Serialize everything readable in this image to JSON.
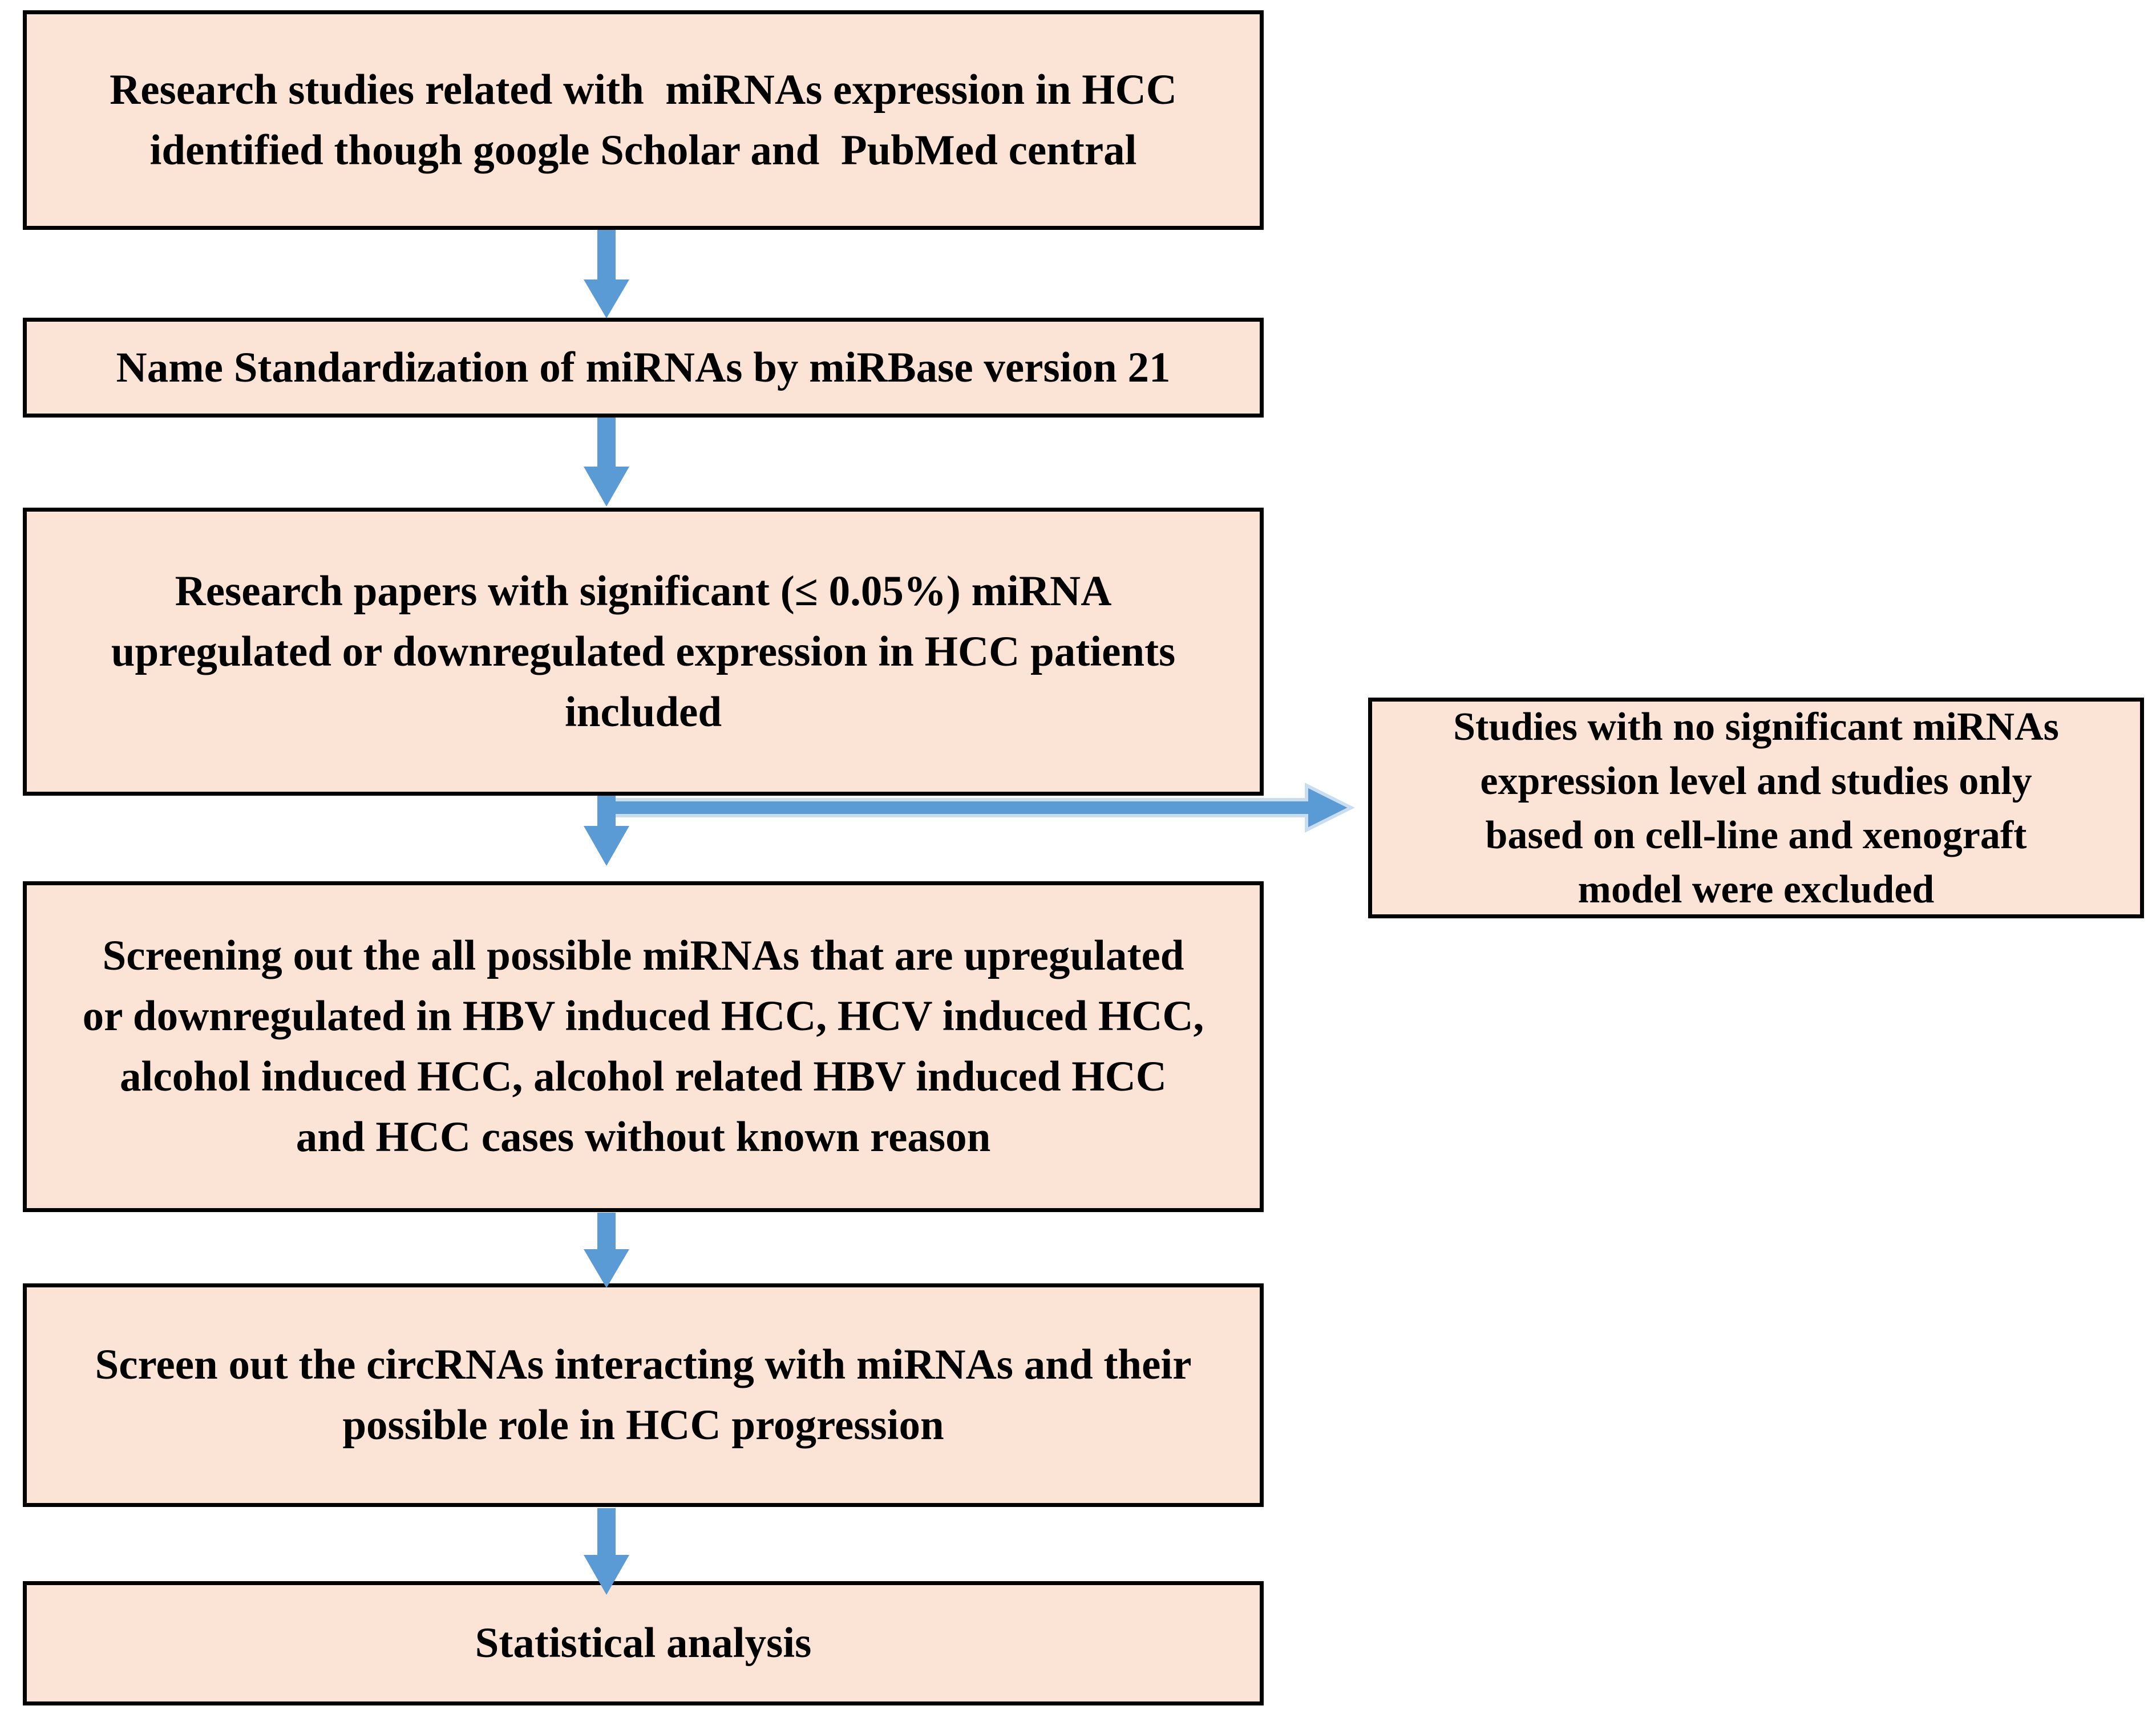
{
  "style": {
    "box_fill": "#fbe4d5",
    "box_border": "#000000",
    "arrow_color": "#5b9bd5",
    "arrow_outline": "#c9ddf1",
    "text_color": "#000000",
    "canvas_bg": "#ffffff"
  },
  "flowchart": {
    "type": "flow-diagram",
    "boxes": [
      {
        "id": "research-studies",
        "lines": [
          "Research studies related with  miRNAs expression in HCC",
          "identified though google Scholar and  PubMed central"
        ]
      },
      {
        "id": "name-standardization",
        "lines": [
          "Name Standardization of miRNAs by miRBase version 21"
        ]
      },
      {
        "id": "significant-papers",
        "lines": [
          "Research papers with significant (≤ 0.05%) miRNA",
          "upregulated or downregulated expression in HCC patients",
          "included"
        ]
      },
      {
        "id": "excluded-studies",
        "lines": [
          "Studies with no significant miRNAs",
          "expression level and studies only",
          "based on cell-line and xenograft",
          "model were excluded"
        ]
      },
      {
        "id": "screening-mirnas",
        "lines": [
          "Screening out the all possible miRNAs that are upregulated",
          "or downregulated in HBV induced HCC, HCV induced HCC,",
          "alcohol induced HCC, alcohol related HBV induced HCC",
          "and HCC cases without known reason"
        ]
      },
      {
        "id": "screen-circrnas",
        "lines": [
          "Screen out the circRNAs interacting with miRNAs and their",
          "possible role in HCC progression"
        ]
      },
      {
        "id": "statistical-analysis",
        "lines": [
          "Statistical analysis"
        ]
      }
    ]
  }
}
